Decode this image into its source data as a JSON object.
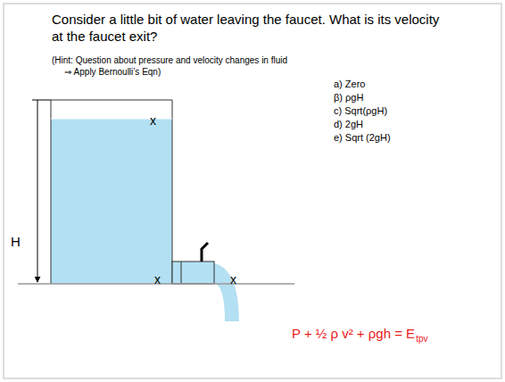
{
  "diagram": {
    "title": "Consider a little bit of water leaving the faucet. What is its velocity at the faucet exit?",
    "labels": [
      "(Hint: Question about pressure and velocity changes in fluid",
      "⇒ Apply Bernoulli’s Eqn)",
      "a)  Zero",
      "β)  ρgH",
      "c)  Sqrt(ρgH)",
      "d)  2gH",
      "e)  Sqrt (2gH)",
      "H",
      "x",
      "x",
      "x",
      "P + ½ ρ v² + ρgh = E",
      "tpv"
    ]
  }
}
